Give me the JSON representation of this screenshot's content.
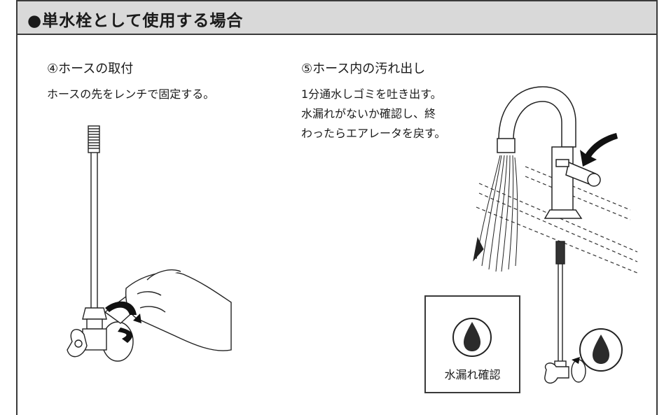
{
  "header": {
    "title": "●単水栓として使用する場合"
  },
  "step4": {
    "title": "④ホースの取付",
    "text": "ホースの先をレンチで固定する。"
  },
  "step5": {
    "title": "⑤ホース内の汚れ出し",
    "text_lines": [
      "1分通水しゴミを吐き出す。",
      "水漏れがないか確認し、終",
      "わったらエアレータを戻す。"
    ],
    "check_label": "水漏れ確認"
  },
  "icons": {
    "water_drop": "water-drop-icon",
    "rotate_arrow": "rotate-arrow-icon",
    "lever_arrow": "curved-arrow-icon"
  },
  "colors": {
    "header_bg": "#d9d9d9",
    "line": "#3a3a3a",
    "drop": "#2b2b2b"
  }
}
